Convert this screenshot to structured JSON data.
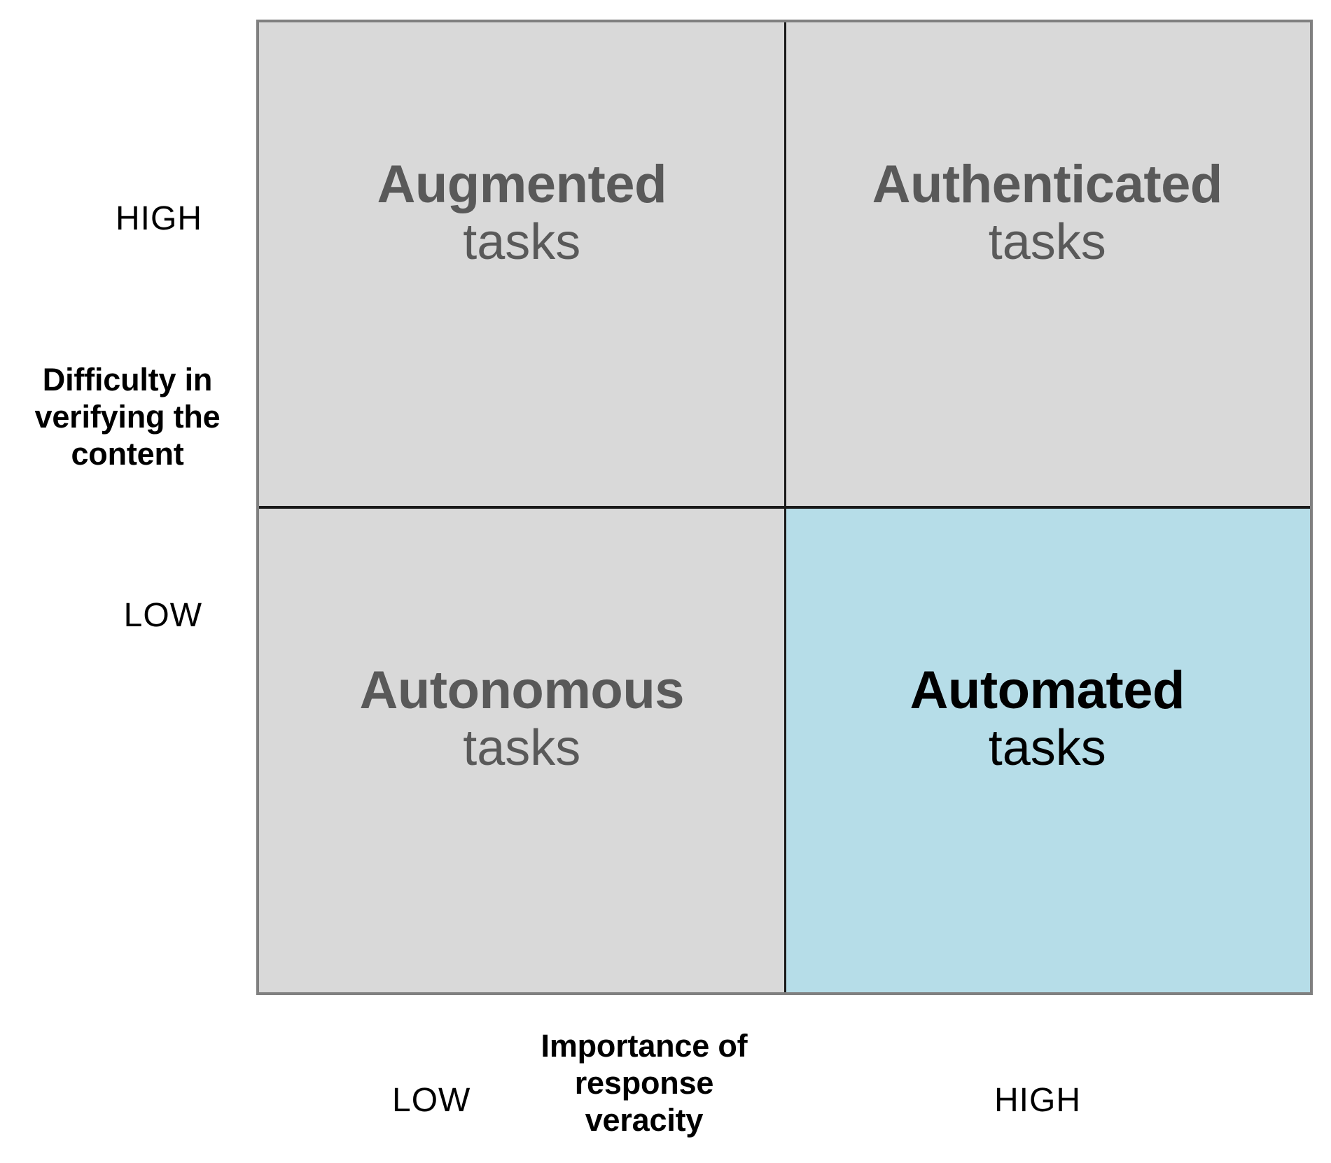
{
  "chart_data": {
    "type": "table",
    "title": "",
    "xlabel": "Importance of response veracity",
    "ylabel": "Difficulty in verifying the content",
    "x_ticks": [
      "LOW",
      "HIGH"
    ],
    "y_ticks": [
      "HIGH",
      "LOW"
    ],
    "grid": true,
    "legend": "none",
    "quadrants": [
      {
        "id": "top-left",
        "x": "LOW",
        "y": "HIGH",
        "title": "Augmented",
        "subtitle": "tasks",
        "fill": "#d9d9d9",
        "text_color": "#595959",
        "highlighted": false
      },
      {
        "id": "top-right",
        "x": "HIGH",
        "y": "HIGH",
        "title": "Authenticated",
        "subtitle": "tasks",
        "fill": "#d9d9d9",
        "text_color": "#595959",
        "highlighted": false
      },
      {
        "id": "bottom-left",
        "x": "LOW",
        "y": "LOW",
        "title": "Autonomous",
        "subtitle": "tasks",
        "fill": "#d9d9d9",
        "text_color": "#595959",
        "highlighted": false
      },
      {
        "id": "bottom-right",
        "x": "HIGH",
        "y": "LOW",
        "title": "Automated",
        "subtitle": "tasks",
        "fill": "#b6dde8",
        "text_color": "#000000",
        "highlighted": true
      }
    ]
  },
  "matrix": {
    "quadrants": {
      "top_left": {
        "title": "Augmented",
        "subtitle": "tasks"
      },
      "top_right": {
        "title": "Authenticated",
        "subtitle": "tasks"
      },
      "bottom_left": {
        "title": "Autonomous",
        "subtitle": "tasks"
      },
      "bottom_right": {
        "title": "Automated",
        "subtitle": "tasks"
      }
    }
  },
  "y_axis": {
    "title_line1": "Difficulty in",
    "title_line2": "verifying the",
    "title_line3": "content",
    "tick_high": "HIGH",
    "tick_low": "LOW"
  },
  "x_axis": {
    "title_line1": "Importance of",
    "title_line2": "response",
    "title_line3": "veracity",
    "tick_low": "LOW",
    "tick_high": "HIGH"
  },
  "colors": {
    "quadrant_fill": "#d9d9d9",
    "highlight_fill": "#b6dde8",
    "muted_text": "#595959",
    "strong_text": "#000000",
    "border": "#808080",
    "divider": "#1a1a1a"
  }
}
